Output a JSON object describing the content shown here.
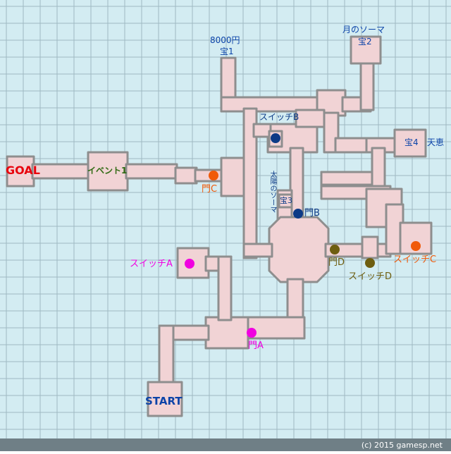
{
  "colors": {
    "background": "#d3ecf2",
    "grid": "#9fb9c2",
    "floor": "#f1d3d5",
    "wall": "#8e8e8e",
    "blue": "#0b43a8",
    "green": "#2f6a12",
    "orange": "#f05a0a",
    "magenta": "#f000e0",
    "navy": "#0c3a86",
    "olive": "#6e5e10",
    "red": "#e8000c"
  },
  "labels": {
    "goal": "GOAL",
    "start": "START",
    "event1": "イベント1",
    "gold": "8000円",
    "chest1": "宝1",
    "moon_soma": "月のソーマ",
    "chest2": "宝2",
    "chest3": "宝3",
    "chest4": "宝4",
    "tenkei": "天恵",
    "sun_soma": "太陽のソーマ",
    "switch_a": "スイッチA",
    "switch_b": "スイッチB",
    "switch_c": "スイッチC",
    "switch_d": "スイッチD",
    "gate_a": "門A",
    "gate_b": "門B",
    "gate_c": "門C",
    "gate_d": "門D"
  },
  "footer": {
    "copyright": "(c) 2015 gamesp.net"
  }
}
